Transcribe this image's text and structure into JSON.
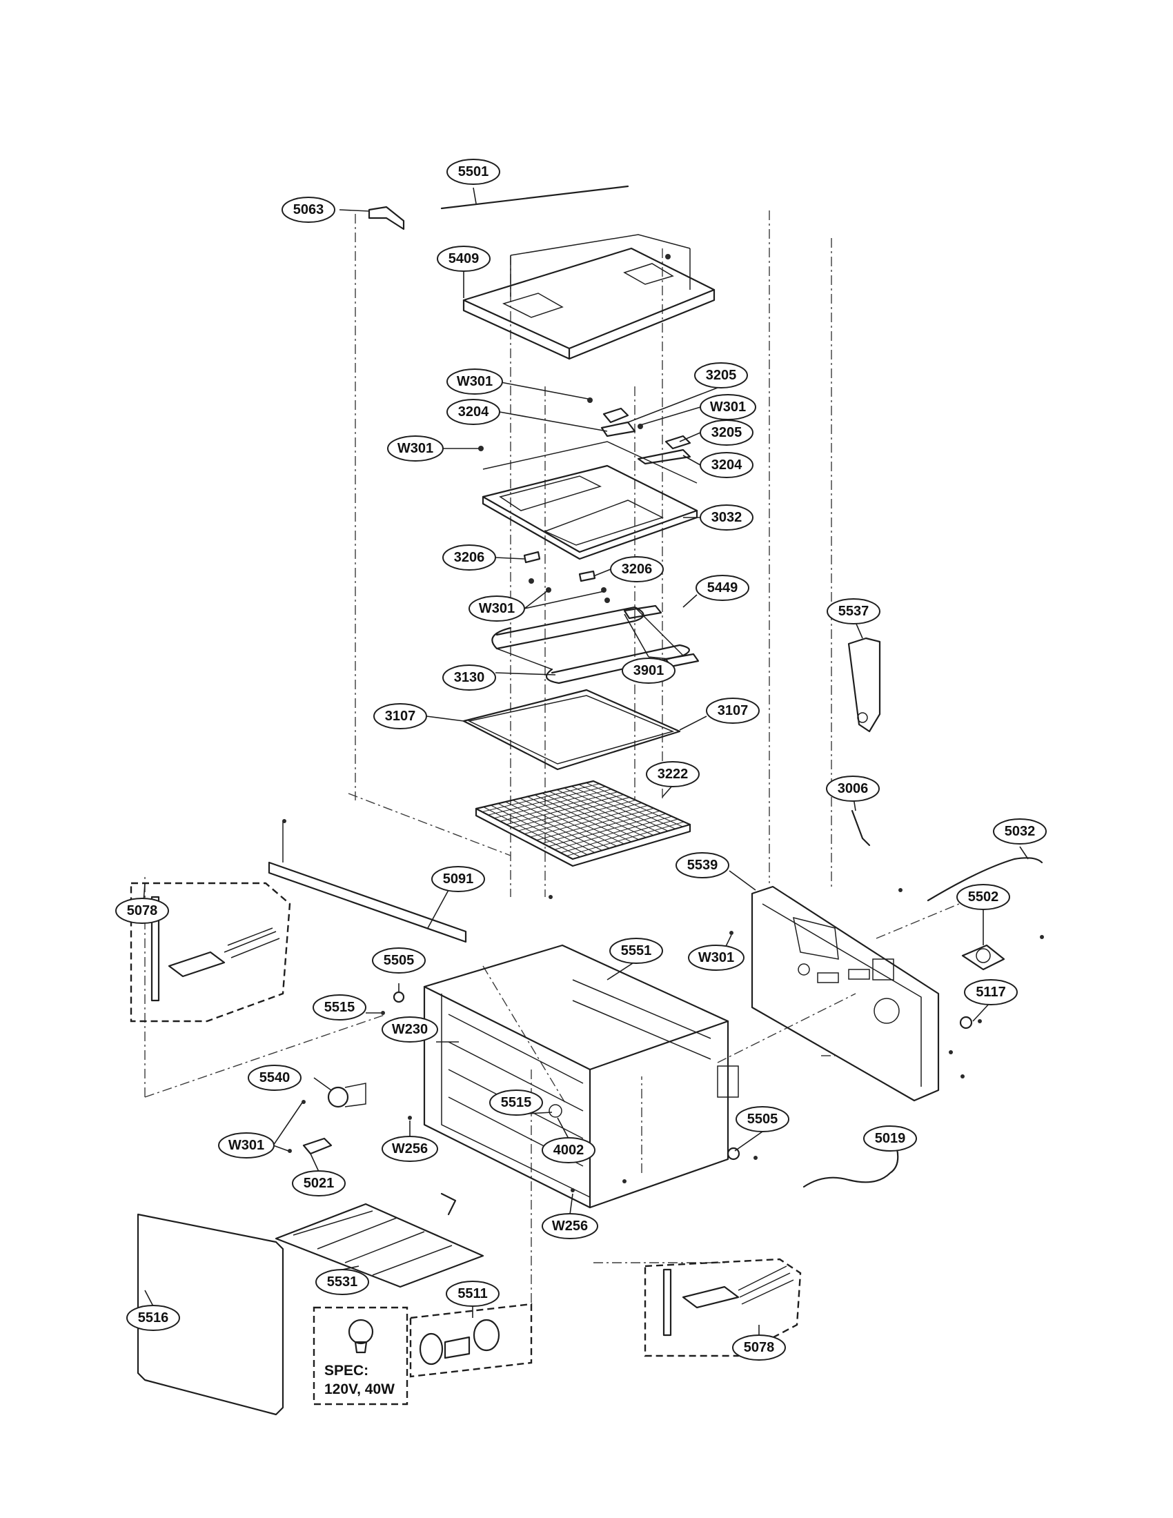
{
  "callouts": [
    {
      "label": "5501"
    },
    {
      "label": "5063"
    },
    {
      "label": "5409"
    },
    {
      "label": "W301"
    },
    {
      "label": "3205"
    },
    {
      "label": "3204"
    },
    {
      "label": "W301"
    },
    {
      "label": "W301"
    },
    {
      "label": "3205"
    },
    {
      "label": "3204"
    },
    {
      "label": "3032"
    },
    {
      "label": "3206"
    },
    {
      "label": "3206"
    },
    {
      "label": "W301"
    },
    {
      "label": "5449"
    },
    {
      "label": "3130"
    },
    {
      "label": "3901"
    },
    {
      "label": "3107"
    },
    {
      "label": "3107"
    },
    {
      "label": "3222"
    },
    {
      "label": "5537"
    },
    {
      "label": "3006"
    },
    {
      "label": "5032"
    },
    {
      "label": "5539"
    },
    {
      "label": "5502"
    },
    {
      "label": "W301"
    },
    {
      "label": "5091"
    },
    {
      "label": "5078"
    },
    {
      "label": "5505"
    },
    {
      "label": "5551"
    },
    {
      "label": "5515"
    },
    {
      "label": "W230"
    },
    {
      "label": "5117"
    },
    {
      "label": "5540"
    },
    {
      "label": "5515"
    },
    {
      "label": "W301"
    },
    {
      "label": "4002"
    },
    {
      "label": "5505"
    },
    {
      "label": "W256"
    },
    {
      "label": "5021"
    },
    {
      "label": "5019"
    },
    {
      "label": "W256"
    },
    {
      "label": "5531"
    },
    {
      "label": "5511"
    },
    {
      "label": "5516"
    },
    {
      "label": "5078"
    }
  ],
  "spec": {
    "line1": "SPEC:",
    "line2": "120V, 40W"
  }
}
